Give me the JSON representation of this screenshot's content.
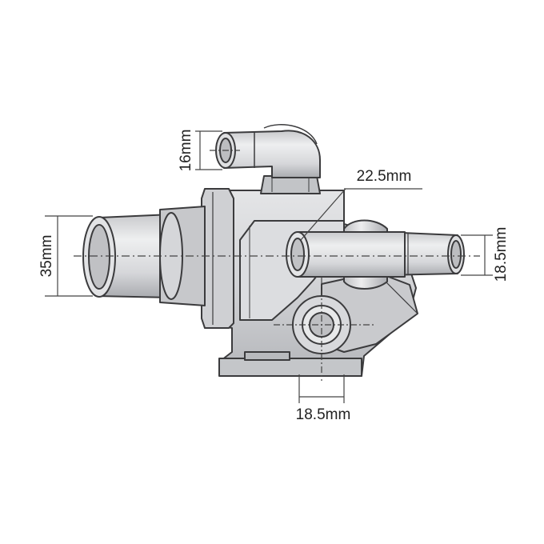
{
  "dimensions": {
    "top_outlet": "16mm",
    "side_outlet_left": "35mm",
    "right_outlet": "18.5mm",
    "angled_outlet": "22.5mm",
    "bottom_outlet": "18.5mm"
  },
  "colors": {
    "body_fill": "#d4d5d8",
    "body_shade": "#aeb0b4",
    "outline": "#3b3b3d",
    "dim_line": "#444444",
    "text": "#222222"
  }
}
